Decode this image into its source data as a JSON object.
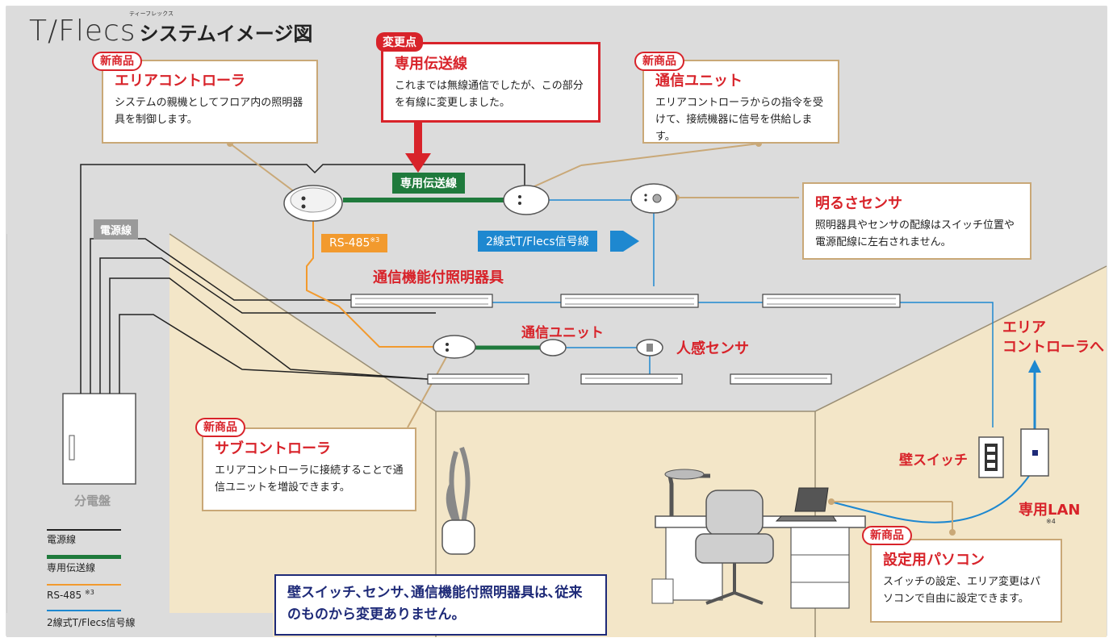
{
  "title": {
    "brand": "T/Flecs",
    "ruby": "ティーフレックス",
    "suffix": "システムイメージ図"
  },
  "new_tag": "新商品",
  "change_tag": "変更点",
  "boxes": {
    "area_controller": {
      "heading": "エリアコントローラ",
      "body": "システムの親機としてフロア内の照明器具を制御します。"
    },
    "transmission": {
      "heading": "専用伝送線",
      "body": "これまでは無線通信でしたが、この部分を有線に変更しました。"
    },
    "comm_unit": {
      "heading": "通信ユニット",
      "body": "エリアコントローラからの指令を受けて、接続機器に信号を供給します。"
    },
    "brightness_sensor": {
      "heading": "明るさセンサ",
      "body": "照明器具やセンサの配線はスイッチ位置や電源配線に左右されません。"
    },
    "sub_controller": {
      "heading": "サブコントローラ",
      "body": "エリアコントローラに接続することで通信ユニットを増設できます。"
    },
    "pc": {
      "heading": "設定用パソコン",
      "body": "スイッチの設定、エリア変更はパソコンで自由に設定できます。"
    }
  },
  "tags": {
    "green_line": "専用伝送線",
    "rs485": "RS-485",
    "rs485_note": "※3",
    "blue_line": "2線式T/Flecs信号線",
    "power": "電源線"
  },
  "labels": {
    "lighting": "通信機能付照明器具",
    "comm_unit2": "通信ユニット",
    "motion_sensor": "人感センサ",
    "area_to_line1": "エリア",
    "area_to_line2": "コントローラへ",
    "wall_switch": "壁スイッチ",
    "lan": "専用LAN",
    "lan_note": "※4",
    "panel": "分電盤"
  },
  "legend": {
    "power": "電源線",
    "transmission": "専用伝送線",
    "rs485": "RS-485",
    "rs485_note": "※3",
    "signal": "2線式T/Flecs信号線"
  },
  "note": "壁スイッチ､センサ､通信機能付照明器具は､従来のものから変更ありません。",
  "colors": {
    "red": "#d8232a",
    "green": "#1f7a3c",
    "blue": "#1e88d0",
    "orange": "#f29a2e",
    "tan": "#c9a877",
    "navy": "#1e2a78"
  }
}
